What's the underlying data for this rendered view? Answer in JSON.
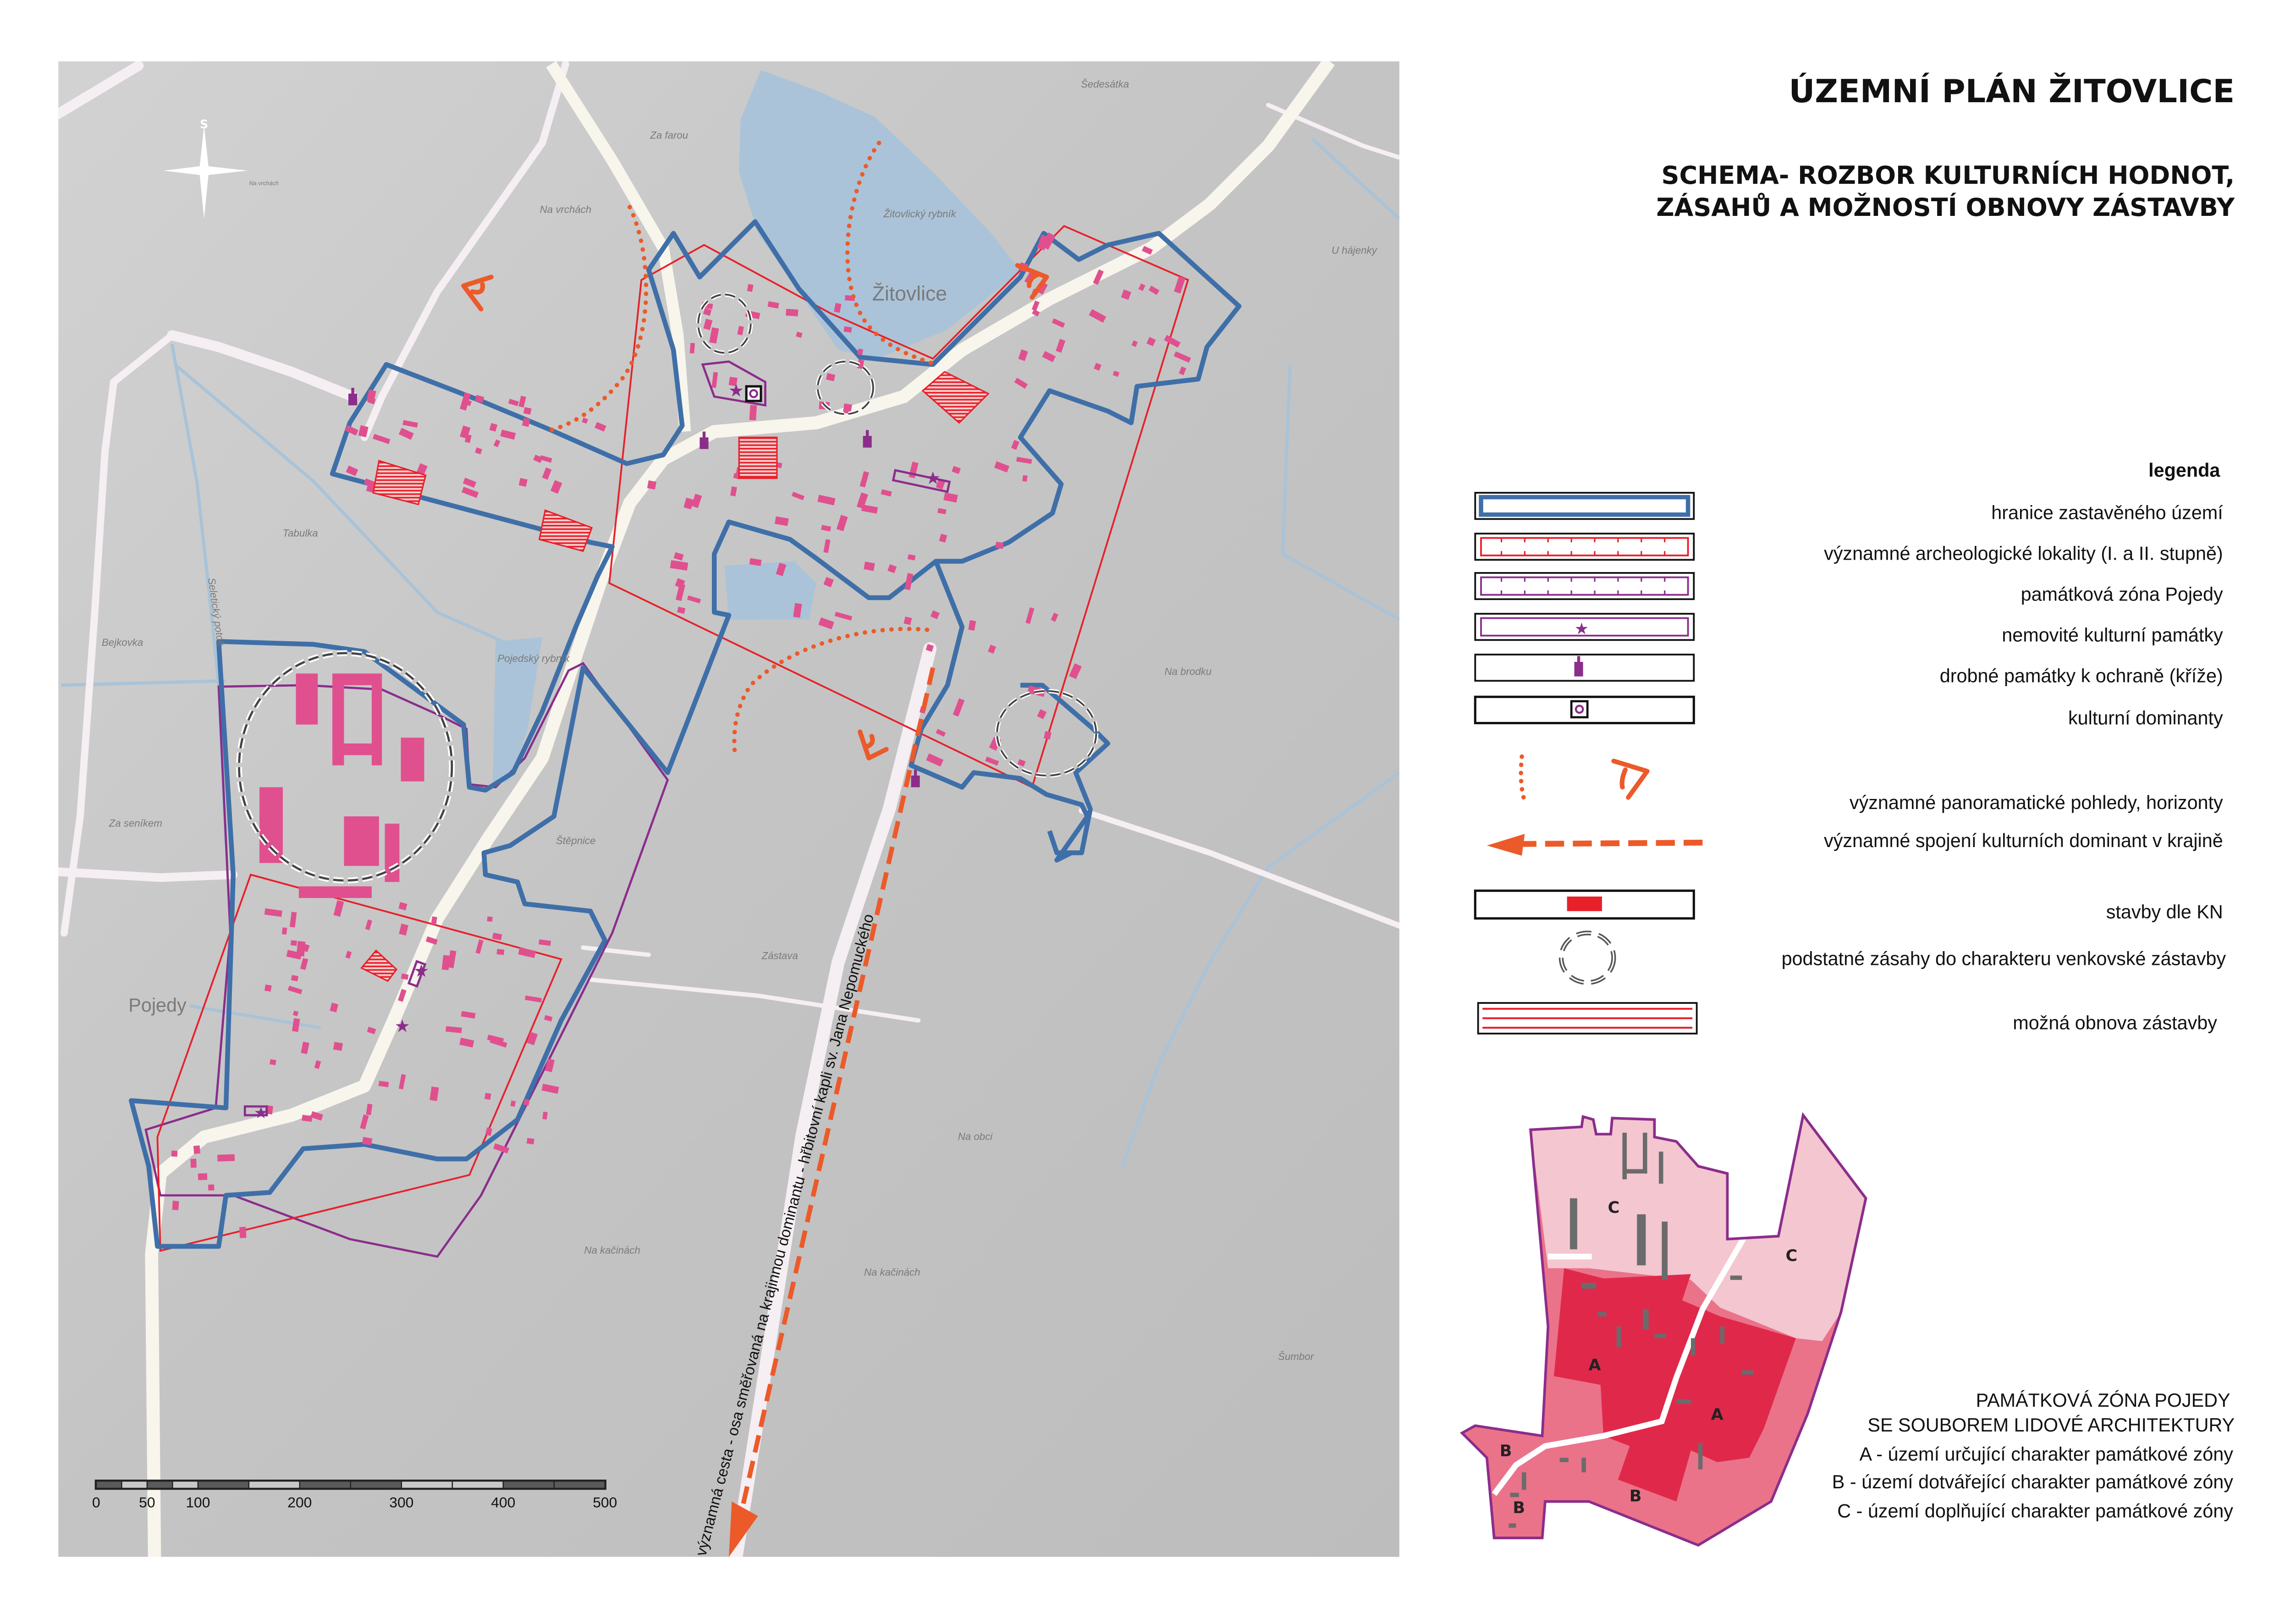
{
  "title": "ÚZEMNÍ PLÁN ŽITOVLICE",
  "subtitle": [
    "SCHEMA- ROZBOR KULTURNÍCH HODNOT,",
    "ZÁSAHŮ A MOŽNOSTÍ OBNOVY ZÁSTAVBY"
  ],
  "legend": {
    "heading": "legenda",
    "items": [
      {
        "label": "hranice zastavěného území",
        "symbol": "blue-double-line"
      },
      {
        "label": "významné archeologické lokality (I. a II. stupně)",
        "symbol": "red-ticked-line"
      },
      {
        "label": "památková zóna Pojedy",
        "symbol": "purple-ticked-line"
      },
      {
        "label": "nemovité kulturní památky",
        "symbol": "purple-star"
      },
      {
        "label": "drobné památky k ochraně (kříže)",
        "symbol": "purple-cross-marker"
      },
      {
        "label": "kulturní dominanty",
        "symbol": "purple-dot-in-square"
      },
      {
        "label": "významné panoramatické pohledy, horizonty",
        "symbol": "orange-dotted-arc-and-view-arrow"
      },
      {
        "label": "významné spojení kulturních dominant v krajině",
        "symbol": "orange-dashed-arrow"
      },
      {
        "label": "stavby dle KN",
        "symbol": "red-rectangle"
      },
      {
        "label": "podstatné zásahy do charakteru venkovské zástavby",
        "symbol": "dashed-double-circle"
      },
      {
        "label": "možná obnova zástavby",
        "symbol": "red-hatched-box"
      }
    ]
  },
  "map": {
    "north_label": "S",
    "place_labels": {
      "sedesatka": "Šedesátka",
      "za_farou": "Za farou",
      "na_vrchach": "Na vrchách",
      "na_vrchach_small": "Na vrchách",
      "zitovlicky_rybnik": "Žitovlický rybník",
      "zitovlice": "Žitovlice",
      "u_hajenky": "U hájenky",
      "tabulka": "Tabulka",
      "bejkovka": "Bejkovka",
      "seleticky_potok": "Seletický potok",
      "pojedsky_rybnik": "Pojedský rybník",
      "na_brodku": "Na brodku",
      "za_senikem": "Za seníkem",
      "stepnice": "Štěpnice",
      "zastava": "Zástava",
      "pojedy": "Pojedy",
      "na_obci": "Na obci",
      "na_kacinach_1": "Na kačinách",
      "na_kacinach_2": "Na kačinách",
      "sumbor": "Šumbor"
    },
    "road_annotation": "významná cesta - osa směřovaná na krajinnou dominantu - hřbitovní kapli sv. Jana Nepomuckého",
    "scale_bar": {
      "labels": [
        "0",
        "50",
        "100",
        "200",
        "300",
        "400",
        "500"
      ],
      "values": [
        0,
        50,
        100,
        200,
        300,
        400,
        500
      ]
    }
  },
  "inset": {
    "title_lines": [
      "PAMÁTKOVÁ ZÓNA POJEDY",
      "SE SOUBOREM LIDOVÉ ARCHITEKTURY"
    ],
    "zones": [
      {
        "letter": "A",
        "label": "A - území určující charakter památkové zóny"
      },
      {
        "letter": "B",
        "label": "B - území dotvářející charakter památkové zóny"
      },
      {
        "letter": "C",
        "label": "C - území doplňující charakter památkové zóny"
      }
    ]
  },
  "colors": {
    "boundary_blue": "#3f6fa8",
    "archeology_red": "#e8202a",
    "zone_purple": "#8b2d8b",
    "building_pink": "#e0508e",
    "view_orange": "#ec5a2a",
    "water": "#aac3d8",
    "road": "#f8f5ec",
    "zone_a": "#e0294a",
    "zone_b": "#ea7389",
    "zone_c": "#f3c6d0"
  }
}
